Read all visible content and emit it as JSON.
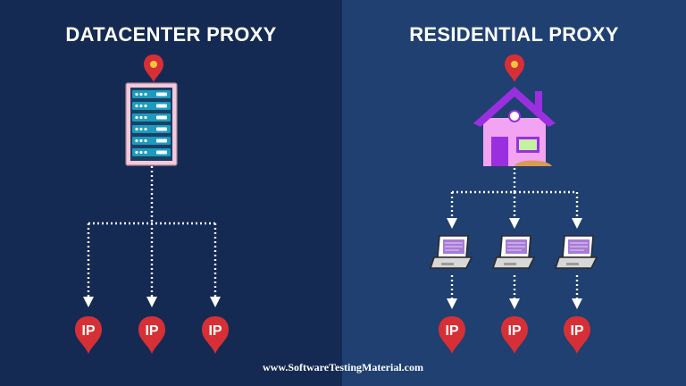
{
  "left": {
    "title": "DATACENTER PROXY",
    "ip_labels": [
      "IP",
      "IP",
      "IP"
    ]
  },
  "right": {
    "title": "RESIDENTIAL PROXY",
    "ip_labels": [
      "IP",
      "IP",
      "IP"
    ]
  },
  "footer": {
    "text": "www.SoftwareTestingMaterial.com"
  },
  "colors": {
    "left_bg": "#142a52",
    "right_bg": "#1f4070",
    "pin_red": "#d63036",
    "server_frame": "#f4c9da",
    "server_unit": "#1d9bbd",
    "house_wall": "#f2a3f2",
    "house_roof": "#9a2fe0",
    "laptop_screen": "#a77bd6"
  },
  "icons": [
    "location-pin-icon",
    "server-rack-icon",
    "house-icon",
    "laptop-icon"
  ]
}
